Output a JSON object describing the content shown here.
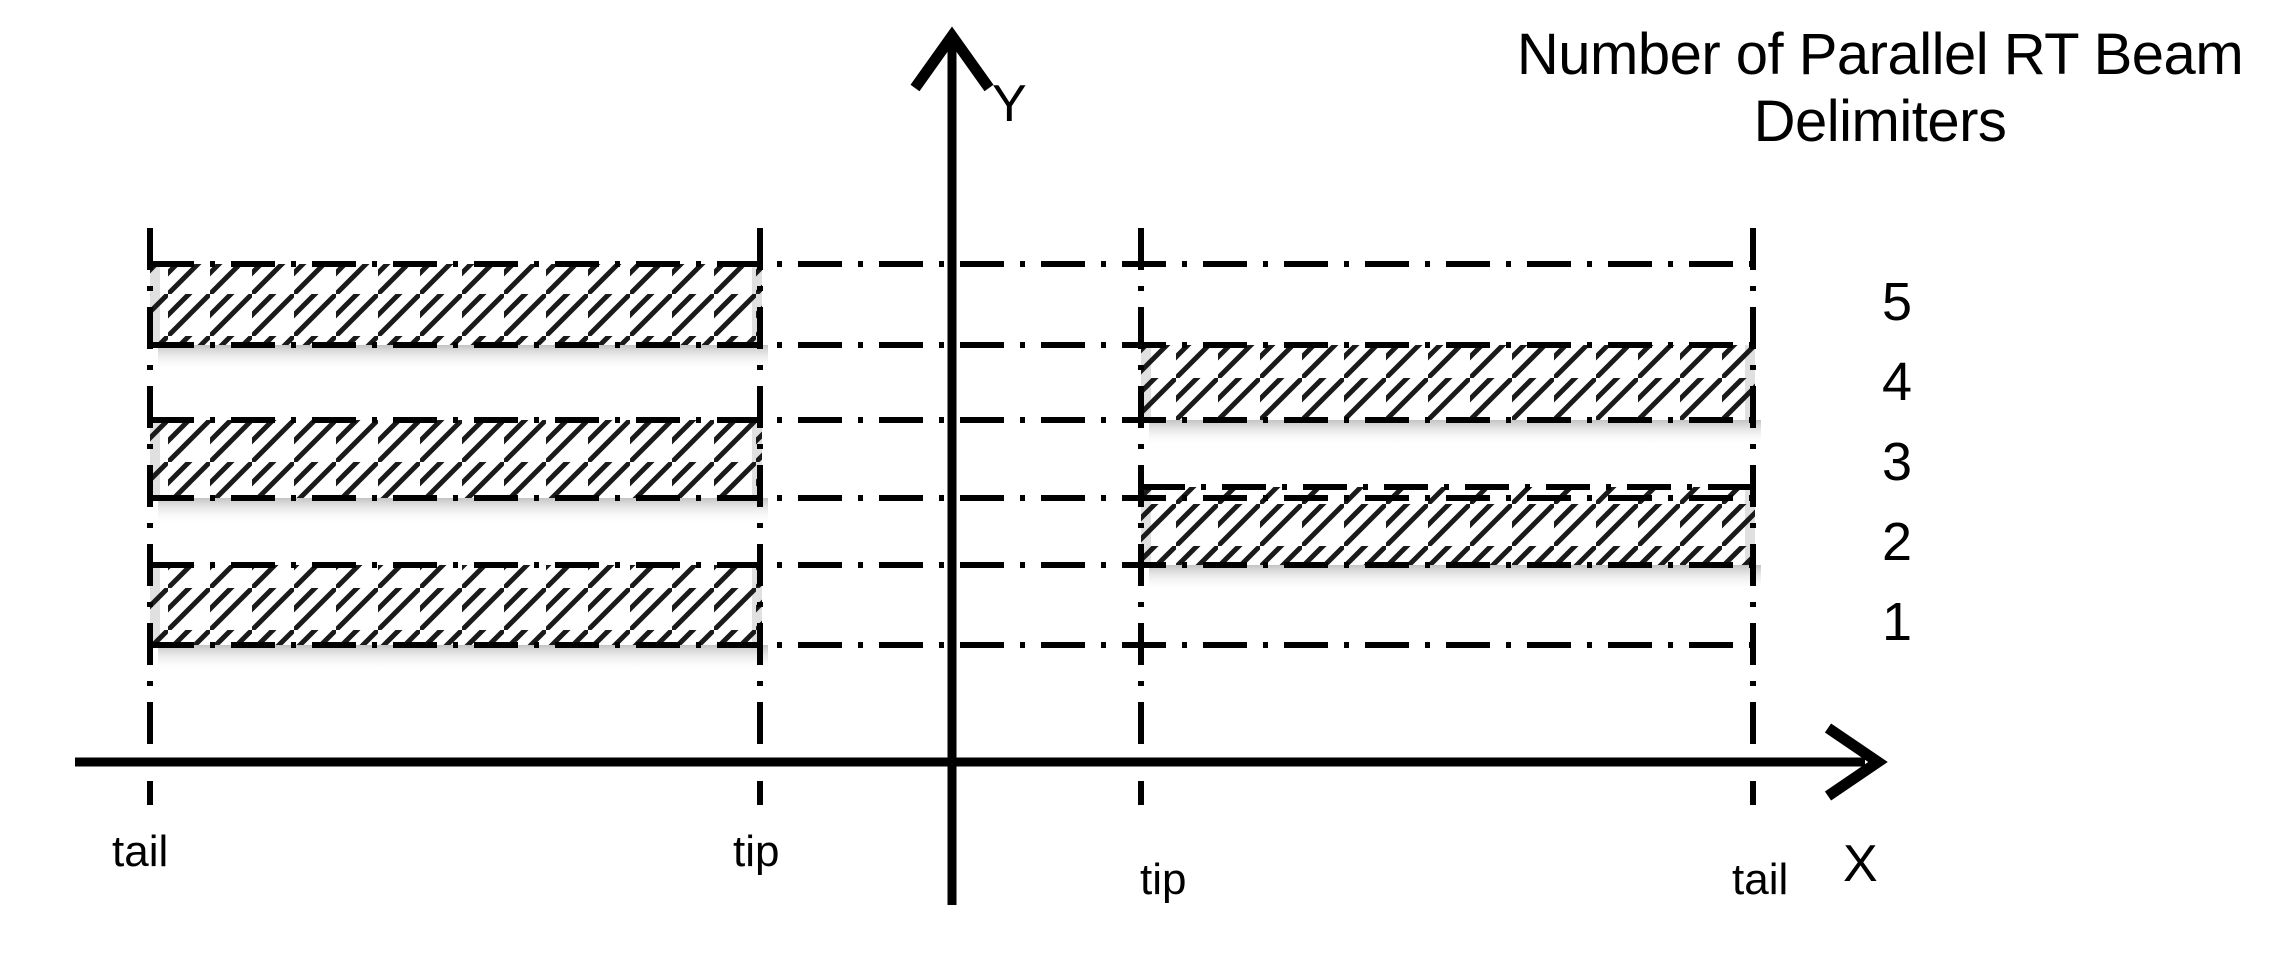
{
  "diagram": {
    "title_line1": "Number of Parallel RT Beam",
    "title_line2": "Delimiters",
    "axes": {
      "y_label": "Y",
      "x_label": "X"
    },
    "left_group": {
      "start_label": "tail",
      "end_label": "tip"
    },
    "right_group": {
      "start_label": "tip",
      "end_label": "tail"
    },
    "level_labels": [
      "5",
      "4",
      "3",
      "2",
      "1"
    ],
    "colors": {
      "line": "#000000",
      "background": "#ffffff",
      "shadow": "#d9d9d9"
    }
  },
  "chart_data": {
    "type": "bar",
    "title": "Number of Parallel RT Beam Delimiters",
    "xlabel": "X",
    "ylabel": "Y",
    "grid": true,
    "legend": "none",
    "categories": [
      "1",
      "2",
      "3",
      "4",
      "5"
    ],
    "description": "Horizontal hatched bars showing parallel RT beam delimiters; odd levels (1,3,5) span the left/negative X region from tail to tip, even levels (2,4) span the right/positive X region from tip to tail.",
    "bars": [
      {
        "level": "5",
        "side": "left",
        "x_start_label": "tail",
        "x_end_label": "tip",
        "hatched": true
      },
      {
        "level": "4",
        "side": "right",
        "x_start_label": "tip",
        "x_end_label": "tail",
        "hatched": true
      },
      {
        "level": "3",
        "side": "left",
        "x_start_label": "tail",
        "x_end_label": "tip",
        "hatched": true
      },
      {
        "level": "2",
        "side": "right",
        "x_start_label": "tip",
        "x_end_label": "tail",
        "hatched": true
      },
      {
        "level": "1",
        "side": "left",
        "x_start_label": "tail",
        "x_end_label": "tip",
        "hatched": true
      }
    ]
  }
}
